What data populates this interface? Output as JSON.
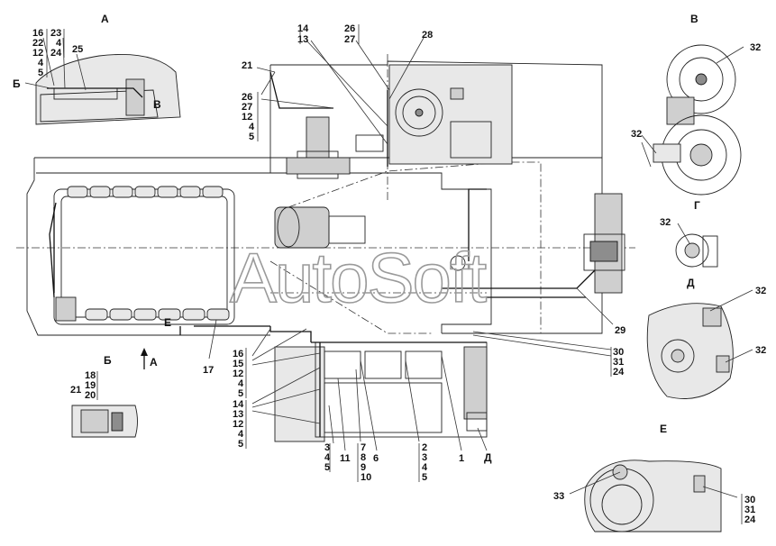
{
  "views": {
    "A": "А",
    "B": "Б",
    "V": "В",
    "G": "Г",
    "D": "Д",
    "E": "Е"
  },
  "labels": {
    "detA_stack": [
      "16",
      "22",
      "12",
      "4",
      "5"
    ],
    "detA_stack2": [
      "23",
      "4",
      "24"
    ],
    "detA_25": "25",
    "detA_B": "Б",
    "detA_V": "В",
    "top_stack14": [
      "14",
      "13"
    ],
    "top_stack26": [
      "26",
      "27"
    ],
    "top_28": "28",
    "top_21": "21",
    "left_stack26": [
      "26",
      "27",
      "12",
      "4",
      "5"
    ],
    "inner_E": "Е",
    "lower_B": "Б",
    "lower_A": "А",
    "lower_17": "17",
    "mid_stack16": [
      "16",
      "15",
      "12",
      "4",
      "5"
    ],
    "mid_stack14": [
      "14",
      "13",
      "12",
      "4",
      "5"
    ],
    "detB_stack": [
      "18",
      "19",
      "20"
    ],
    "detB_21": "21",
    "bot_345": [
      "3",
      "4",
      "5"
    ],
    "bot_11": "11",
    "bot_78910": [
      "7",
      "8",
      "9",
      "10"
    ],
    "bot_6": "6",
    "bot_2345": [
      "2",
      "3",
      "4",
      "5"
    ],
    "bot_1": "1",
    "bot_D": "Д",
    "right_29": "29",
    "right_stack30": [
      "30",
      "31",
      "24"
    ],
    "v_32": "32",
    "v_32b": "32",
    "g_32": "32",
    "d_32a": "32",
    "d_32b": "32",
    "e_33": "33",
    "e_stack30": [
      "30",
      "31",
      "24"
    ]
  },
  "watermark": "AutoSoft"
}
